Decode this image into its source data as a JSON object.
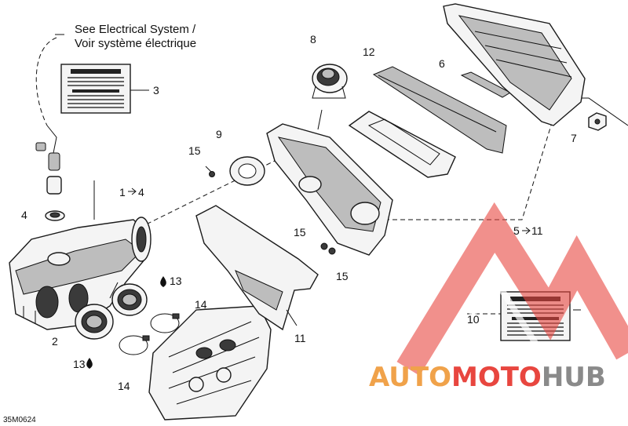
{
  "note": {
    "line1": "See Electrical System /",
    "line2": "Voir système électrique"
  },
  "callouts": {
    "c1to4": "1",
    "c1to4_end": "4",
    "c2": "2",
    "c3": "3",
    "c4": "4",
    "c5to11": "5",
    "c5to11_end": "11",
    "c6": "6",
    "c7": "7",
    "c8": "8",
    "c9": "9",
    "c10": "10",
    "c11": "11",
    "c12": "12",
    "c13a": "13",
    "c13b": "13",
    "c14a": "14",
    "c14b": "14",
    "c15a": "15",
    "c15b": "15",
    "c15c": "15"
  },
  "diagram_code": "35M0624",
  "watermark": {
    "auto": "AUTO",
    "moto": "MOTO",
    "hub": "HUB",
    "auto_color": "#f0a24a",
    "moto_color": "#e8463f",
    "hub_color": "#8a8a8a"
  }
}
